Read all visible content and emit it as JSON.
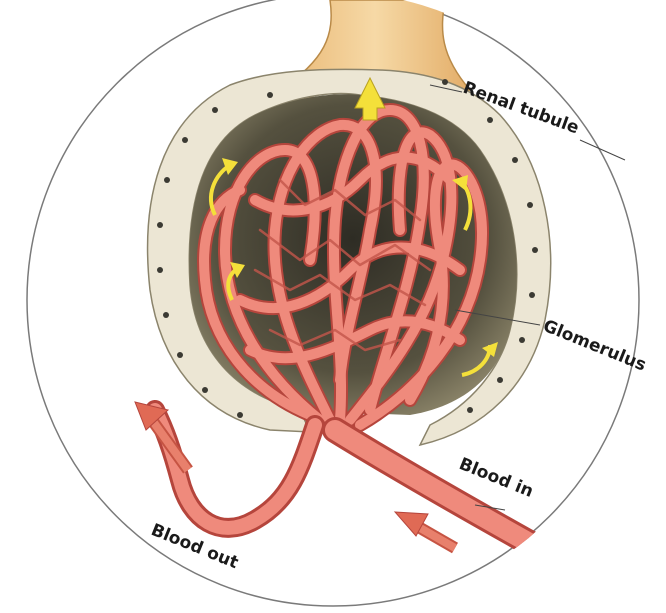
{
  "labels": {
    "renal_tubule": "Renal tubule",
    "glomerulus": "Glomerulus",
    "blood_in": "Blood in",
    "blood_out": "Blood out"
  },
  "colors": {
    "vessel_fill": "#ef8a7c",
    "vessel_stroke": "#b5453c",
    "tubule_fill": "#f1c98f",
    "capsule_wall": "#efe9d8",
    "capsule_cavity": "#4d4a3c",
    "filtrate_arrow": "#f4e03a",
    "flow_arrow": "#e06a55",
    "outline": "#6a6a6a"
  }
}
